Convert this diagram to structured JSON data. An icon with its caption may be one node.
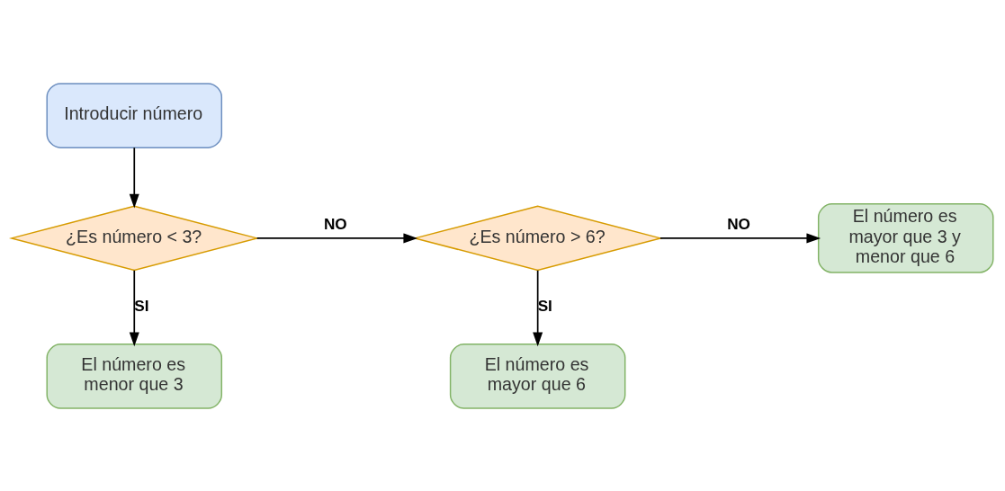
{
  "diagram": {
    "nodes": [
      {
        "text": [
          "Introducir número"
        ]
      },
      {
        "text": [
          "¿Es número < 3?"
        ]
      },
      {
        "text": [
          "¿Es número > 6?"
        ]
      },
      {
        "text": [
          "El número es mayor que 3 y menor que 6"
        ]
      },
      {
        "text": [
          "El número es menor que 3"
        ]
      },
      {
        "text": [
          "El número es mayor que 6"
        ]
      }
    ],
    "edges": [
      {
        "from": 0,
        "to": 1,
        "arrow": "to"
      },
      {
        "from": 1,
        "to": 2,
        "arrow": "to",
        "label": "NO"
      },
      {
        "from": 2,
        "to": 3,
        "arrow": "to",
        "label": "NO"
      },
      {
        "from": 1,
        "to": 4,
        "arrow": "to",
        "label": "SI"
      },
      {
        "from": 2,
        "to": 5,
        "arrow": "to",
        "label": "SI"
      }
    ]
  }
}
